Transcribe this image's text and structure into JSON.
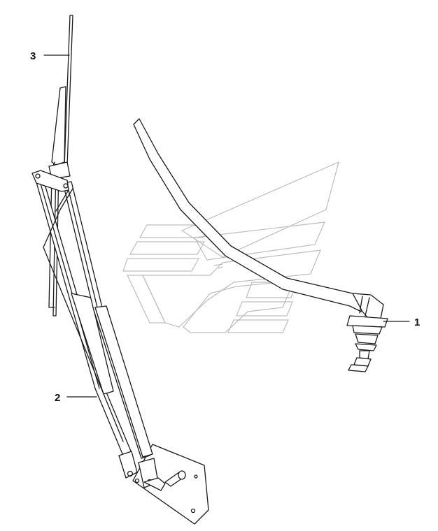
{
  "callouts": [
    {
      "id": "1",
      "label": "1"
    },
    {
      "id": "2",
      "label": "2"
    },
    {
      "id": "3",
      "label": "3"
    }
  ],
  "parts": [
    {
      "callout": "1",
      "icon": "washer-nozzle-with-hose"
    },
    {
      "callout": "2",
      "icon": "wiper-arm"
    },
    {
      "callout": "3",
      "icon": "wiper-blade"
    }
  ],
  "watermark": {
    "icon": "manufacturer-logo-watermark",
    "color": "#bdbdbd"
  },
  "colors": {
    "line": "#1a1a1a",
    "background": "#ffffff"
  }
}
